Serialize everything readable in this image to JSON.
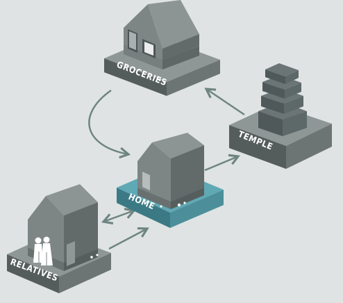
{
  "places": {
    "groceries": {
      "label": "GROCERIES"
    },
    "temple": {
      "label": "TEMPLE"
    },
    "home": {
      "label": "HOME"
    },
    "relatives": {
      "label": "RELATIVES"
    }
  },
  "colors": {
    "background": "#dfe3e3",
    "arrow": "#6e8580",
    "platform_top": "#8f9696",
    "platform_left": "#555c5c",
    "platform_right": "#6d7474",
    "home_platform_top": "#5fa9b5",
    "home_platform_left": "#3b7a85",
    "home_platform_right": "#4c8f9a",
    "house_front": "#7d8585",
    "house_side": "#626a6a",
    "roof": "#8c9494",
    "temple": "#5a6565"
  },
  "icons": {
    "groceries": "shop-house-icon",
    "temple": "stacked-temple-icon",
    "home": "house-icon",
    "relatives": "house-with-people-icon"
  }
}
